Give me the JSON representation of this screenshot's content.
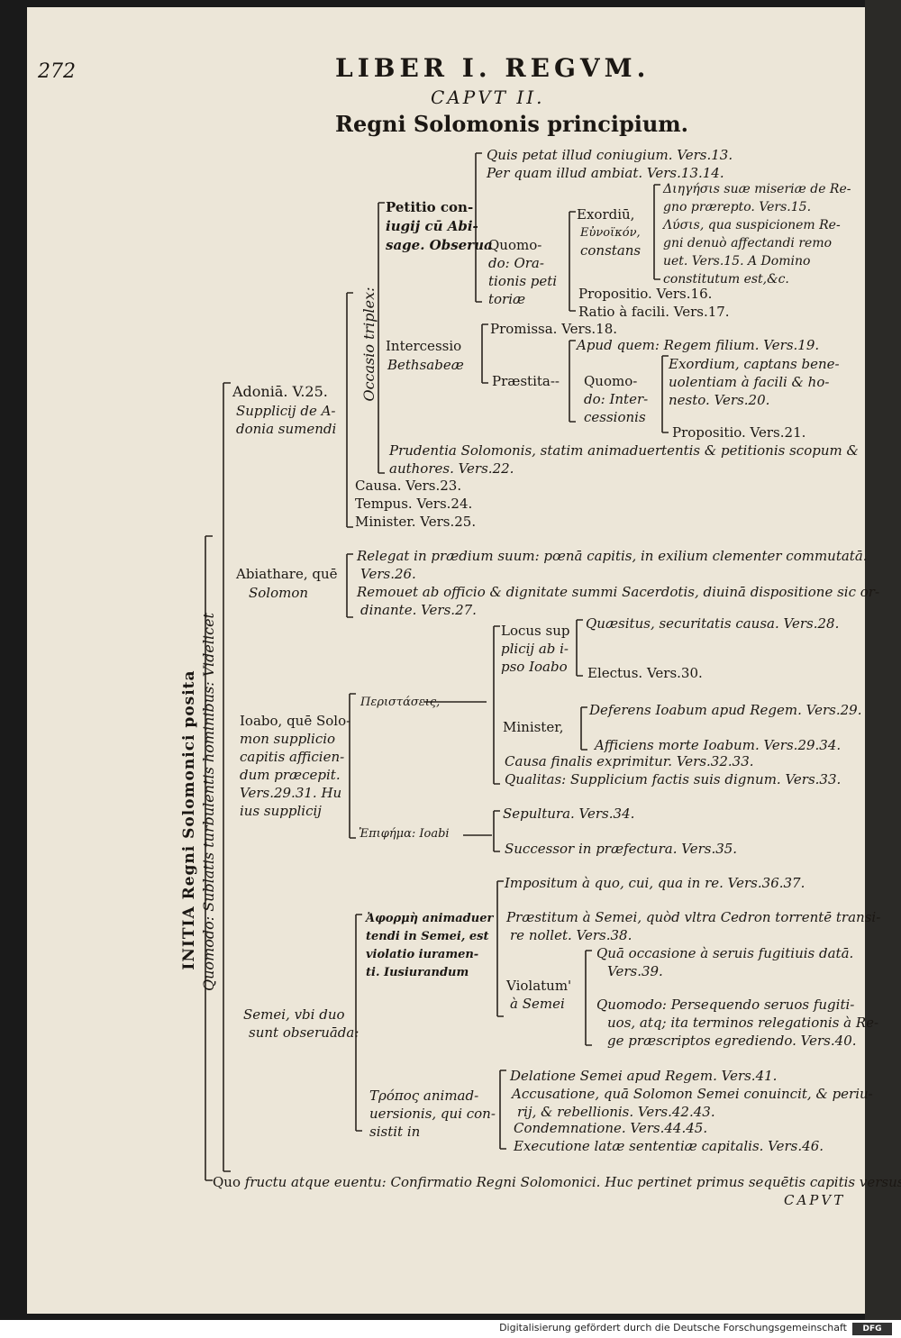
{
  "page": {
    "number": "272",
    "running_head": "LIBER I. REGVM.",
    "chapter": "CAPVT II.",
    "title": "Regni Solomonis principium.",
    "catchword": "CAPVT"
  },
  "footer": {
    "text": "Digitalisierung gefördert durch die Deutsche Forschungsgemeinschaft",
    "logo": "DFG"
  },
  "main": {
    "root": "INITIA Regni Solomonici posita",
    "quomodo": "Quomodo: Sublatis turbulentis hominibus: Videlicet",
    "quo_fructu": {
      "roman": "Quo",
      "italic": "fructu atque euentu: Confirmatio Regni Solomonici. Huc pertinet primus sequētis capitis versus."
    }
  },
  "adonia": {
    "label": [
      "Adoniā. V.25.",
      "Supplicij de A-",
      "donia sumendi"
    ],
    "occasio": "Occasio triplex:",
    "petitio": [
      "Petitio con-",
      "iugij cū Abi-",
      "sage. Obserua"
    ],
    "quis": "Quis petat illud coniugium. Vers.13.",
    "per_quam": "Per quam illud ambiat. Vers.13.14.",
    "quomodo": [
      "Quomo-",
      "do: Ora-",
      "tionis peti",
      "toriæ"
    ],
    "exordiu": [
      "Exordiū,",
      "Εὐνοϊκόν,",
      "constans"
    ],
    "dihegesis": [
      "Διηγήσιs suæ miseriæ de Re-",
      "gno prærepto. Vers.15.",
      "Λύσιs, qua suspicionem Re-",
      "gni denuò affectandi remo",
      "uet. Vers.15. A Domino",
      "constitutum est,&c."
    ],
    "propositio": "Propositio. Vers.16.",
    "ratio": "Ratio à facili. Vers.17.",
    "intercessio": [
      "Intercessio",
      "Bethsabeæ"
    ],
    "promissa": "Promissa. Vers.18.",
    "praestita": "Præstita--",
    "apud": "Apud quem: Regem filium. Vers.19.",
    "quomodo2": [
      "Quomo-",
      "do: Inter-",
      "cessionis"
    ],
    "exordium2": [
      "Exordium, captans bene-",
      "uolentiam à facili & ho-",
      "nesto. Vers.20."
    ],
    "propositio2": "Propositio. Vers.21.",
    "prudentia": [
      "Prudentia Solomonis, statim animaduertentis & petitionis scopum &",
      "authores. Vers.22."
    ],
    "causa": "Causa. Vers.23.",
    "tempus": "Tempus. Vers.24.",
    "minister": "Minister. Vers.25."
  },
  "abiathare": {
    "label": [
      "Abiathare, quē",
      "Solomon"
    ],
    "relegat": [
      "Relegat in prædium suum: pœnā capitis, in exilium clementer commutatā.",
      "Vers.26."
    ],
    "remouet": [
      "Remouet ab officio & dignitate summi Sacerdotis, diuinā dispositione sic or-",
      "dinante. Vers.27."
    ]
  },
  "ioabo": {
    "label": [
      "Ioabo, quē Solo-",
      "mon supplicio",
      "capitis afficien-",
      "dum præcepit.",
      "Vers.29.31. Hu",
      "ius supplicij"
    ],
    "peristasis": "Περιστάσεις,",
    "locus": [
      "Locus sup",
      "plicij ab i-",
      "pso Ioabo"
    ],
    "quaesitus": "Quæsitus, securitatis causa. Vers.28.",
    "electus": "Electus. Vers.30.",
    "minister": "Minister,",
    "deferens": "Deferens Ioabum apud Regem. Vers.29.",
    "afficiens": "Afficiens morte Ioabum. Vers.29.34.",
    "causa": "Causa finalis exprimitur. Vers.32.33.",
    "qualitas": "Qualitas: Supplicium factis suis dignum. Vers.33.",
    "epiphema": "Ἐπιφήμα: Ioabi",
    "sepultura": "Sepultura. Vers.34.",
    "successor": "Successor in præfectura. Vers.35."
  },
  "semei": {
    "label": [
      "Semei, vbi duo",
      "sunt obseruāda:"
    ],
    "aphorme": [
      "Ἀφορμὴ animaduer",
      "tendi in Semei, est",
      "violatio iuramen-",
      "ti. Iusiurandum"
    ],
    "impositum": "Impositum à quo, cui, qua in re. Vers.36.37.",
    "praestitum": [
      "Præstitum à Semei, quòd vltra Cedron torrentē transi-",
      "re nollet. Vers.38."
    ],
    "violatum": [
      "Violatum'",
      "à Semei"
    ],
    "qua": [
      "Quā occasione à seruis fugitiuis datā.",
      "Vers.39."
    ],
    "quomodo": [
      "Quomodo: Persequendo seruos fugiti-",
      "uos, atq; ita terminos relegationis à Re-",
      "ge præscriptos egrediendo. Vers.40."
    ],
    "tropos": [
      "Τρόπος animad-",
      "uersionis, qui con-",
      "sistit in"
    ],
    "delatione": "Delatione Semei apud Regem. Vers.41.",
    "accusatione": [
      "Accusatione, quā Solomon Semei conuincit, & periu-",
      "rij, & rebellionis. Vers.42.43."
    ],
    "condemnatione": "Condemnatione. Vers.44.45.",
    "executione": "Executione latæ sententiæ capitalis. Vers.46."
  }
}
